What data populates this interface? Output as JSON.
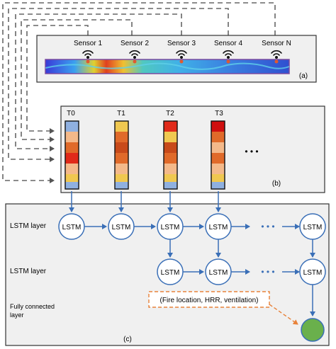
{
  "panel_a": {
    "sensors": [
      "Sensor 1",
      "Sensor 2",
      "Sensor 3",
      "Sensor 4",
      "Sensor N"
    ],
    "label": "(a)"
  },
  "panel_b": {
    "timesteps": [
      "T0",
      "T1",
      "T2",
      "T3"
    ],
    "ellipsis": "• • •",
    "label": "(b)"
  },
  "panel_c": {
    "row1_label": "LSTM layer",
    "row2_label": "LSTM layer",
    "fc_label_line1": "Fully connected",
    "fc_label_line2": "layer",
    "cell_text": "LSTM",
    "ellipsis": "• • •",
    "output_text": "(Fire location, HRR, ventilation)",
    "label": "(c)"
  },
  "colors": {
    "arrow": "#3a6fb7",
    "output_node": "#6ab04c",
    "callout": "#e8823a",
    "panel_bg": "#f0f0f0"
  }
}
